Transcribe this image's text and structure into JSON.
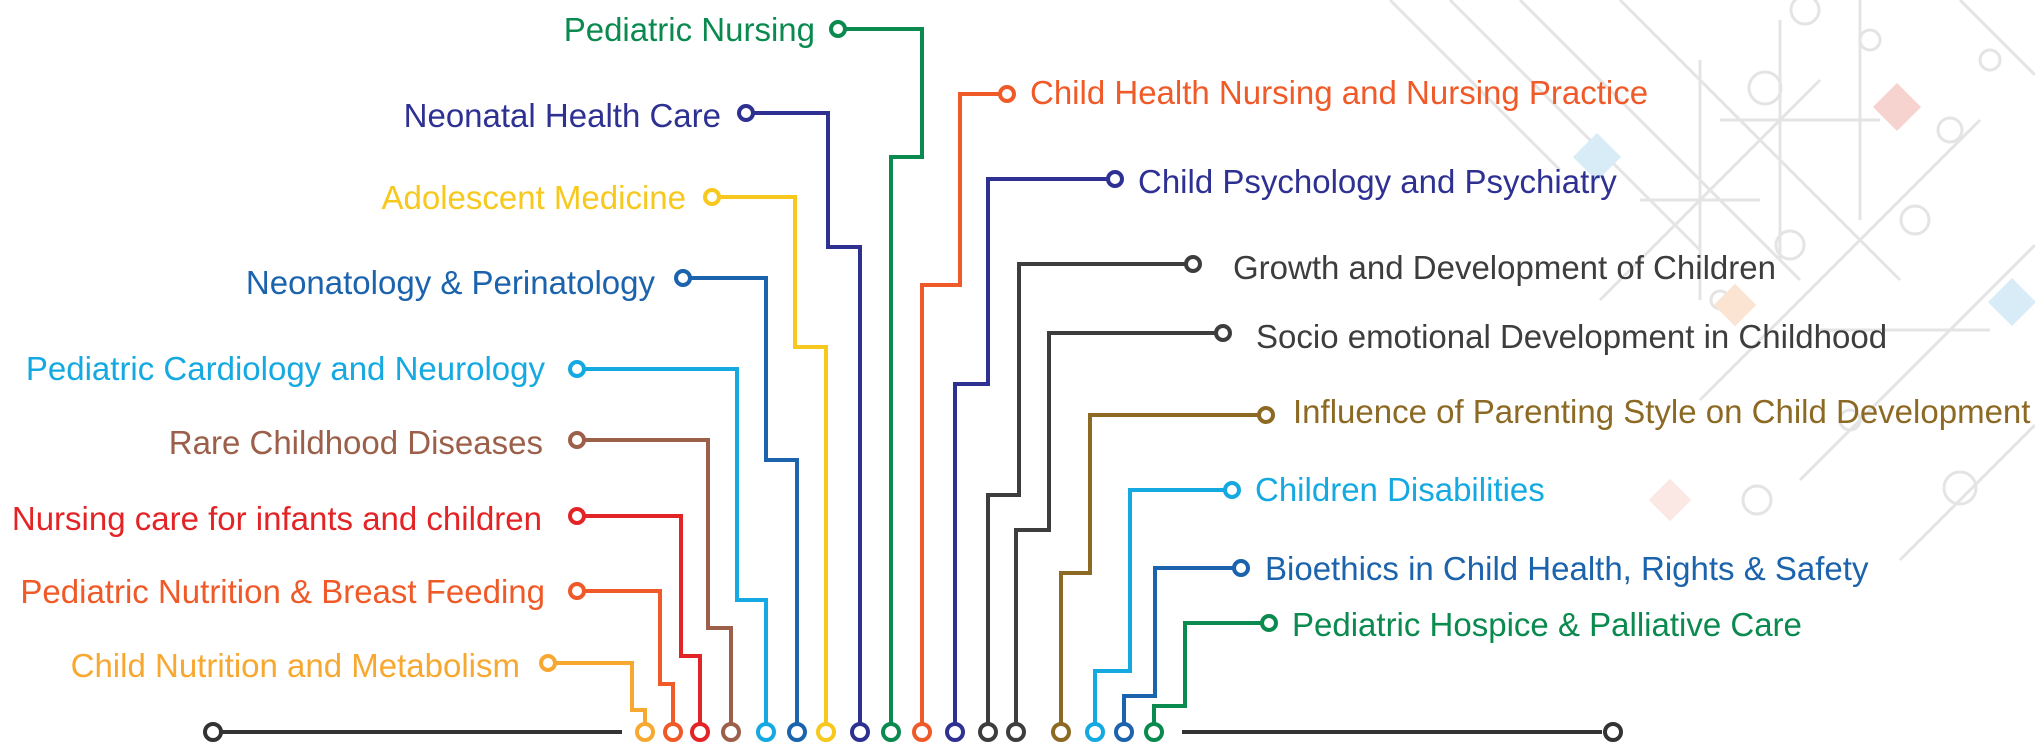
{
  "left_topics": [
    {
      "label": "Pediatric Nursing",
      "color": "#0a8a4e"
    },
    {
      "label": "Neonatal Health Care",
      "color": "#2e3192"
    },
    {
      "label": "Adolescent Medicine",
      "color": "#f7c81e"
    },
    {
      "label": "Neonatology & Perinatology",
      "color": "#1b63ac"
    },
    {
      "label": "Pediatric Cardiology and Neurology",
      "color": "#15a9e1"
    },
    {
      "label": "Rare Childhood Diseases",
      "color": "#9b5f4a"
    },
    {
      "label": "Nursing care for infants and children",
      "color": "#e32426"
    },
    {
      "label": "Pediatric Nutrition & Breast Feeding",
      "color": "#ef5a28"
    },
    {
      "label": "Child Nutrition and Metabolism",
      "color": "#f7a830"
    }
  ],
  "right_topics": [
    {
      "label": "Child Health Nursing and Nursing Practice",
      "color": "#ef5a28"
    },
    {
      "label": "Child Psychology and Psychiatry",
      "color": "#2e3192"
    },
    {
      "label": "Growth and Development of Children",
      "color": "#3d3d3d"
    },
    {
      "label": "Socio emotional Development in Childhood",
      "color": "#3d3d3d"
    },
    {
      "label": "Influence of Parenting Style on Child Development",
      "color": "#8c6a24"
    },
    {
      "label": "Children Disabilities",
      "color": "#15a9e1"
    },
    {
      "label": "Bioethics in Child Health, Rights & Safety",
      "color": "#1b63ac"
    },
    {
      "label": "Pediatric Hospice & Palliative Care",
      "color": "#0a8a4e"
    }
  ],
  "baseline_color": "#333333"
}
